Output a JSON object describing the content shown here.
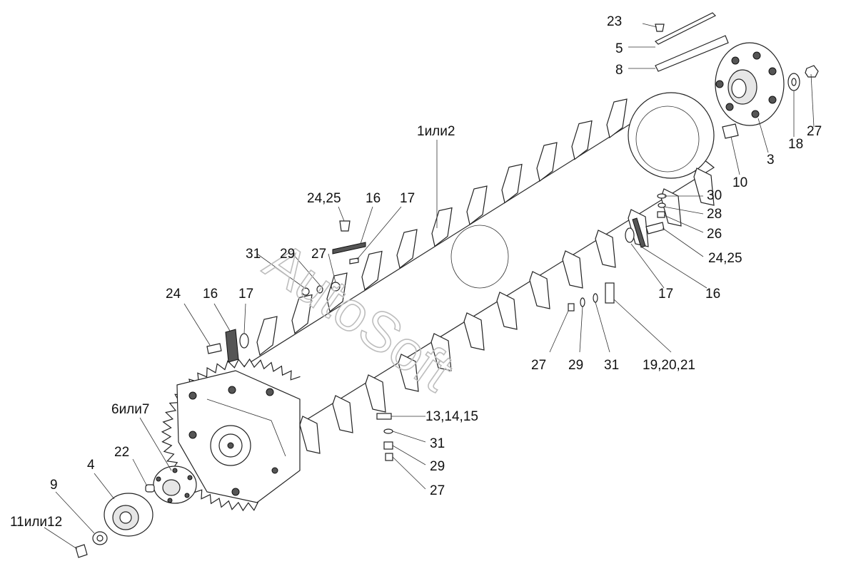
{
  "watermark": "AutoSoft",
  "callouts": [
    {
      "id": "c23",
      "text": "23"
    },
    {
      "id": "c5",
      "text": "5"
    },
    {
      "id": "c8",
      "text": "8"
    },
    {
      "id": "c27a",
      "text": "27"
    },
    {
      "id": "c18",
      "text": "18"
    },
    {
      "id": "c3",
      "text": "3"
    },
    {
      "id": "c1or2",
      "text": "1или2"
    },
    {
      "id": "c10",
      "text": "10"
    },
    {
      "id": "c30",
      "text": "30"
    },
    {
      "id": "c28",
      "text": "28"
    },
    {
      "id": "c26",
      "text": "26"
    },
    {
      "id": "c2425a",
      "text": "24,25"
    },
    {
      "id": "c17a",
      "text": "17"
    },
    {
      "id": "c16a",
      "text": "16"
    },
    {
      "id": "c2425b",
      "text": "24,25"
    },
    {
      "id": "c16b",
      "text": "16"
    },
    {
      "id": "c17b",
      "text": "17"
    },
    {
      "id": "c31a",
      "text": "31"
    },
    {
      "id": "c29a",
      "text": "29"
    },
    {
      "id": "c27b",
      "text": "27"
    },
    {
      "id": "c24",
      "text": "24"
    },
    {
      "id": "c16c",
      "text": "16"
    },
    {
      "id": "c17c",
      "text": "17"
    },
    {
      "id": "c27c",
      "text": "27"
    },
    {
      "id": "c29b",
      "text": "29"
    },
    {
      "id": "c31b",
      "text": "31"
    },
    {
      "id": "c192021",
      "text": "19,20,21"
    },
    {
      "id": "c131415",
      "text": "13,14,15"
    },
    {
      "id": "c31c",
      "text": "31"
    },
    {
      "id": "c29c",
      "text": "29"
    },
    {
      "id": "c27d",
      "text": "27"
    },
    {
      "id": "c6or7",
      "text": "6или7"
    },
    {
      "id": "c22",
      "text": "22"
    },
    {
      "id": "c4",
      "text": "4"
    },
    {
      "id": "c9",
      "text": "9"
    },
    {
      "id": "c11or12",
      "text": "11или12"
    }
  ]
}
